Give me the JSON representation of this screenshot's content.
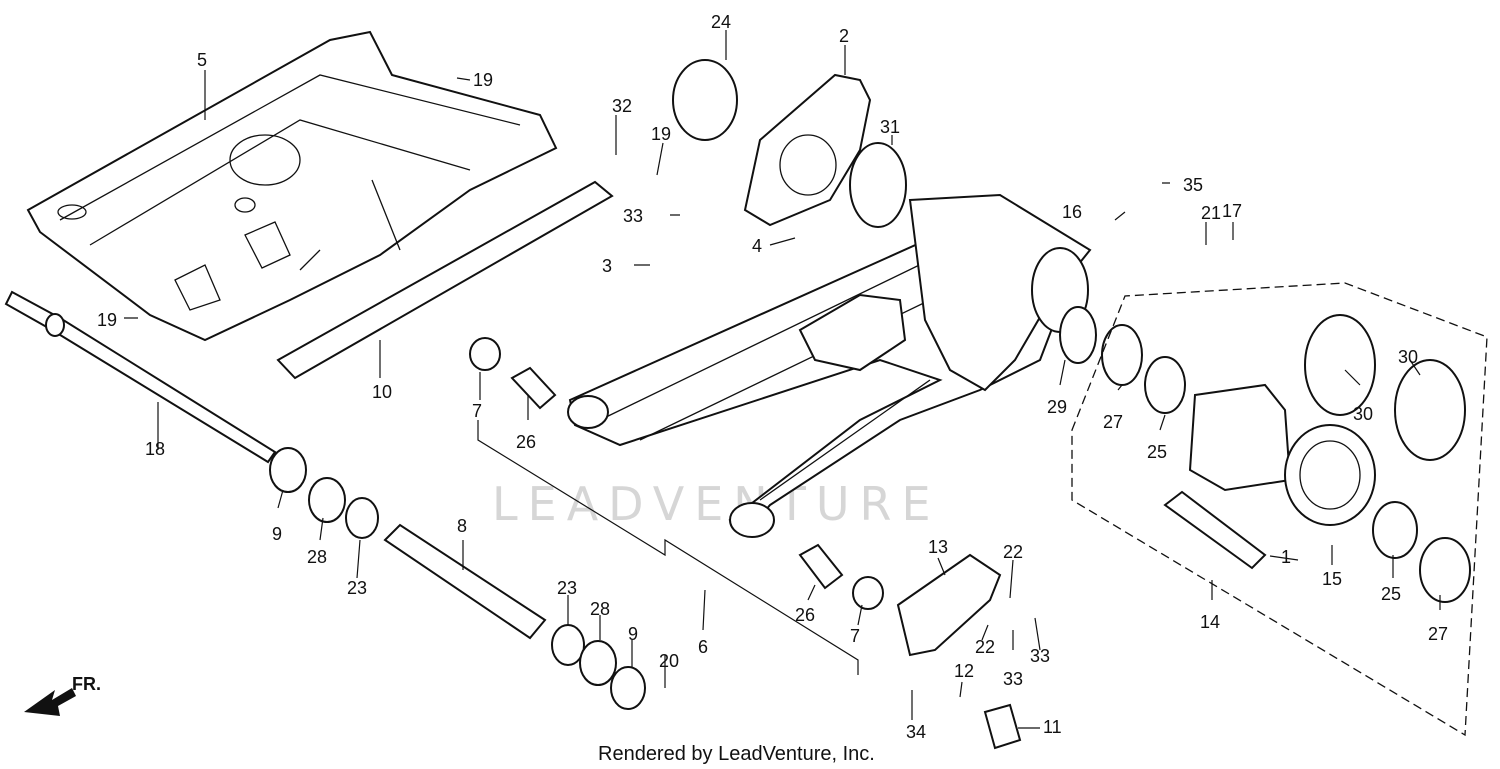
{
  "watermark": "LEADVENTURE",
  "caption": "Rendered by LeadVenture, Inc.",
  "direction": "FR.",
  "labels": [
    "1",
    "2",
    "3",
    "4",
    "5",
    "6",
    "7",
    "7",
    "8",
    "9",
    "9",
    "10",
    "11",
    "12",
    "13",
    "14",
    "15",
    "16",
    "17",
    "18",
    "19",
    "19",
    "19",
    "20",
    "21",
    "22",
    "22",
    "23",
    "23",
    "24",
    "25",
    "25",
    "26",
    "26",
    "27",
    "27",
    "28",
    "28",
    "29",
    "30",
    "30",
    "31",
    "32",
    "33",
    "33",
    "33",
    "34",
    "35"
  ]
}
